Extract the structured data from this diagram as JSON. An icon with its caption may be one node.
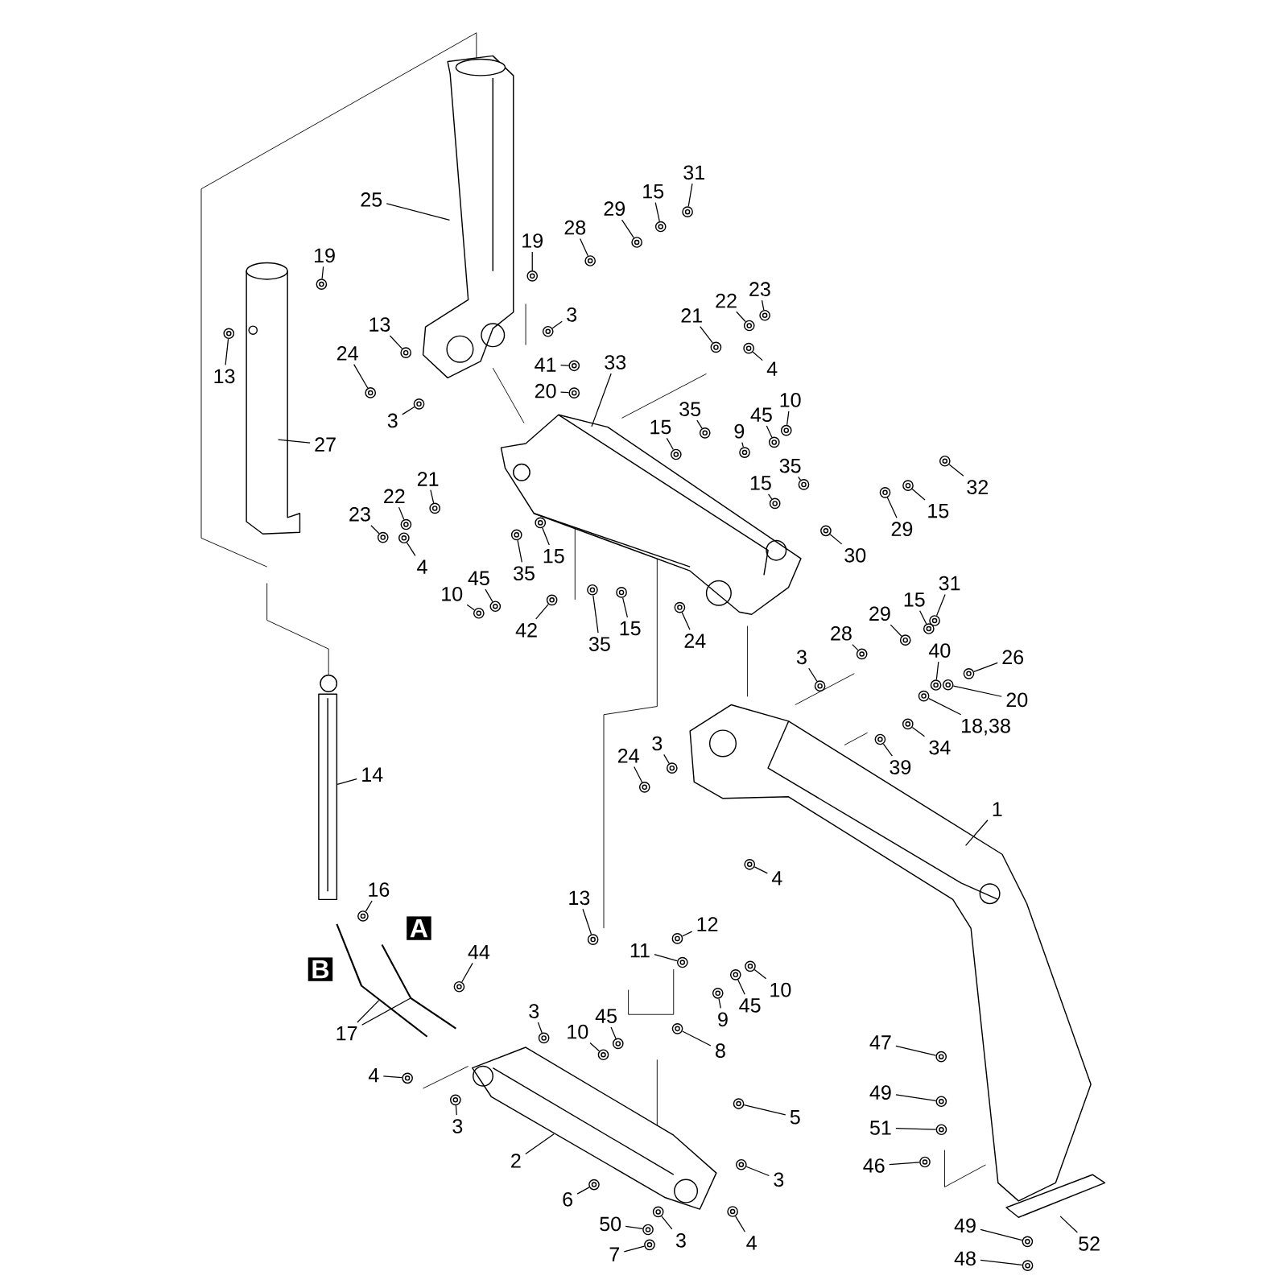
{
  "diagram": {
    "nodes": [
      {
        "text": [
          "25"
        ]
      },
      {
        "text": [
          "19"
        ]
      },
      {
        "text": [
          "13"
        ]
      },
      {
        "text": [
          "13"
        ]
      },
      {
        "text": [
          "24"
        ]
      },
      {
        "text": [
          "3"
        ]
      },
      {
        "text": [
          "27"
        ]
      },
      {
        "text": [
          "19"
        ]
      },
      {
        "text": [
          "28"
        ]
      },
      {
        "text": [
          "29"
        ]
      },
      {
        "text": [
          "15"
        ]
      },
      {
        "text": [
          "31"
        ]
      },
      {
        "text": [
          "3"
        ]
      },
      {
        "text": [
          "21"
        ]
      },
      {
        "text": [
          "22"
        ]
      },
      {
        "text": [
          "23"
        ]
      },
      {
        "text": [
          "4"
        ]
      },
      {
        "text": [
          "41"
        ]
      },
      {
        "text": [
          "20"
        ]
      },
      {
        "text": [
          "33"
        ]
      },
      {
        "text": [
          "35"
        ]
      },
      {
        "text": [
          "15"
        ]
      },
      {
        "text": [
          "9"
        ]
      },
      {
        "text": [
          "45"
        ]
      },
      {
        "text": [
          "10"
        ]
      },
      {
        "text": [
          "35"
        ]
      },
      {
        "text": [
          "15"
        ]
      },
      {
        "text": [
          "32"
        ]
      },
      {
        "text": [
          "29"
        ]
      },
      {
        "text": [
          "15"
        ]
      },
      {
        "text": [
          "30"
        ]
      },
      {
        "text": [
          "21"
        ]
      },
      {
        "text": [
          "22"
        ]
      },
      {
        "text": [
          "23"
        ]
      },
      {
        "text": [
          "4"
        ]
      },
      {
        "text": [
          "35"
        ]
      },
      {
        "text": [
          "15"
        ]
      },
      {
        "text": [
          "10"
        ]
      },
      {
        "text": [
          "45"
        ]
      },
      {
        "text": [
          "42"
        ]
      },
      {
        "text": [
          "35"
        ]
      },
      {
        "text": [
          "15"
        ]
      },
      {
        "text": [
          "24"
        ]
      },
      {
        "text": [
          "31"
        ]
      },
      {
        "text": [
          "15"
        ]
      },
      {
        "text": [
          "29"
        ]
      },
      {
        "text": [
          "28"
        ]
      },
      {
        "text": [
          "3"
        ]
      },
      {
        "text": [
          "40"
        ]
      },
      {
        "text": [
          "26"
        ]
      },
      {
        "text": [
          "20"
        ]
      },
      {
        "text": [
          "18,38"
        ]
      },
      {
        "text": [
          "34"
        ]
      },
      {
        "text": [
          "39"
        ]
      },
      {
        "text": [
          "24"
        ]
      },
      {
        "text": [
          "3"
        ]
      },
      {
        "text": [
          "14"
        ]
      },
      {
        "text": [
          "1"
        ]
      },
      {
        "text": [
          "4"
        ]
      },
      {
        "text": [
          "16"
        ]
      },
      {
        "text": [
          "13"
        ]
      },
      {
        "text": [
          "12"
        ]
      },
      {
        "text": [
          "11"
        ]
      },
      {
        "text": [
          "44"
        ]
      },
      {
        "text": [
          "9"
        ]
      },
      {
        "text": [
          "45"
        ]
      },
      {
        "text": [
          "10"
        ]
      },
      {
        "text": [
          "17"
        ]
      },
      {
        "text": [
          "3"
        ]
      },
      {
        "text": [
          "45"
        ]
      },
      {
        "text": [
          "10"
        ]
      },
      {
        "text": [
          "8"
        ]
      },
      {
        "text": [
          "47"
        ]
      },
      {
        "text": [
          "49"
        ]
      },
      {
        "text": [
          "51"
        ]
      },
      {
        "text": [
          "46"
        ]
      },
      {
        "text": [
          "4"
        ]
      },
      {
        "text": [
          "3"
        ]
      },
      {
        "text": [
          "2"
        ]
      },
      {
        "text": [
          "5"
        ]
      },
      {
        "text": [
          "3"
        ]
      },
      {
        "text": [
          "6"
        ]
      },
      {
        "text": [
          "50"
        ]
      },
      {
        "text": [
          "3"
        ]
      },
      {
        "text": [
          "4"
        ]
      },
      {
        "text": [
          "7"
        ]
      },
      {
        "text": [
          "49"
        ]
      },
      {
        "text": [
          "52"
        ]
      },
      {
        "text": [
          "48"
        ]
      },
      {
        "text": [
          "A"
        ]
      },
      {
        "text": [
          "B"
        ]
      },
      {
        "text": [],
        "shape": "picture"
      },
      {
        "text": [],
        "shape": "circle"
      },
      {
        "text": [],
        "shape": "circle"
      },
      {
        "text": [],
        "shape": "circle"
      },
      {
        "text": [],
        "shape": "circle"
      },
      {
        "text": [],
        "shape": "circle"
      },
      {
        "text": [],
        "shape": "picture"
      },
      {
        "text": [],
        "shape": "circle"
      },
      {
        "text": [],
        "shape": "circle"
      },
      {
        "text": [],
        "shape": "circle"
      },
      {
        "text": [],
        "shape": "circle"
      },
      {
        "text": [],
        "shape": "circle"
      },
      {
        "text": [],
        "shape": "circle"
      },
      {
        "text": [],
        "shape": "circle"
      },
      {
        "text": [],
        "shape": "circle"
      },
      {
        "text": [],
        "shape": "circle"
      },
      {
        "text": [],
        "shape": "circle"
      },
      {
        "text": [],
        "shape": "circle"
      },
      {
        "text": [],
        "shape": "circle"
      },
      {
        "text": [],
        "shape": "picture"
      },
      {
        "text": [],
        "shape": "circle"
      },
      {
        "text": [],
        "shape": "circle"
      },
      {
        "text": [],
        "shape": "circle"
      },
      {
        "text": [],
        "shape": "circle"
      },
      {
        "text": [],
        "shape": "circle"
      },
      {
        "text": [],
        "shape": "circle"
      },
      {
        "text": [],
        "shape": "circle"
      },
      {
        "text": [],
        "shape": "circle"
      },
      {
        "text": [],
        "shape": "circle"
      },
      {
        "text": [],
        "shape": "circle"
      },
      {
        "text": [],
        "shape": "circle"
      },
      {
        "text": [],
        "shape": "circle"
      },
      {
        "text": [],
        "shape": "circle"
      },
      {
        "text": [],
        "shape": "circle"
      },
      {
        "text": [],
        "shape": "circle"
      },
      {
        "text": [],
        "shape": "circle"
      },
      {
        "text": [],
        "shape": "circle"
      },
      {
        "text": [],
        "shape": "circle"
      },
      {
        "text": [],
        "shape": "circle"
      },
      {
        "text": [],
        "shape": "circle"
      },
      {
        "text": [],
        "shape": "circle"
      },
      {
        "text": [],
        "shape": "circle"
      },
      {
        "text": [],
        "shape": "circle"
      },
      {
        "text": [],
        "shape": "circle"
      },
      {
        "text": [],
        "shape": "circle"
      },
      {
        "text": [],
        "shape": "circle"
      },
      {
        "text": [],
        "shape": "circle"
      },
      {
        "text": [],
        "shape": "circle"
      },
      {
        "text": [],
        "shape": "circle"
      },
      {
        "text": [],
        "shape": "circle"
      },
      {
        "text": [],
        "shape": "circle"
      },
      {
        "text": [],
        "shape": "circle"
      },
      {
        "text": [],
        "shape": "circle"
      },
      {
        "text": [],
        "shape": "circle"
      },
      {
        "text": [],
        "shape": "circle"
      },
      {
        "text": [],
        "shape": "circle"
      },
      {
        "text": [],
        "shape": "picture"
      },
      {
        "text": [],
        "shape": "picture"
      },
      {
        "text": [],
        "shape": "circle"
      },
      {
        "text": [],
        "shape": "circle"
      },
      {
        "text": [],
        "shape": "circle"
      },
      {
        "text": [],
        "shape": "circle"
      },
      {
        "text": [],
        "shape": "circle"
      },
      {
        "text": [],
        "shape": "circle"
      },
      {
        "text": [],
        "shape": "circle"
      },
      {
        "text": [],
        "shape": "circle"
      },
      {
        "text": [],
        "shape": "circle"
      },
      {
        "text": [],
        "shape": "picture"
      },
      {
        "text": [],
        "shape": "picture"
      },
      {
        "text": [],
        "shape": "circle"
      },
      {
        "text": [],
        "shape": "circle"
      },
      {
        "text": [],
        "shape": "circle"
      },
      {
        "text": [],
        "shape": "circle"
      },
      {
        "text": [],
        "shape": "circle"
      },
      {
        "text": [],
        "shape": "circle"
      },
      {
        "text": [],
        "shape": "circle"
      },
      {
        "text": [],
        "shape": "circle"
      },
      {
        "text": [],
        "shape": "circle"
      },
      {
        "text": [],
        "shape": "circle"
      },
      {
        "text": [],
        "shape": "picture"
      },
      {
        "text": [],
        "shape": "circle"
      },
      {
        "text": [],
        "shape": "circle"
      },
      {
        "text": [],
        "shape": "circle"
      },
      {
        "text": [],
        "shape": "circle"
      },
      {
        "text": [],
        "shape": "circle"
      },
      {
        "text": [],
        "shape": "circle"
      },
      {
        "text": [],
        "shape": "circle"
      },
      {
        "text": [],
        "shape": "circle"
      },
      {
        "text": [],
        "shape": "picture"
      },
      {
        "text": [],
        "shape": "circle"
      }
    ],
    "edges": [
      {
        "from": 0,
        "to": 91,
        "arrow": "none"
      },
      {
        "from": 1,
        "to": 92,
        "arrow": "none"
      },
      {
        "from": 2,
        "to": 93,
        "arrow": "none"
      },
      {
        "from": 3,
        "to": 94,
        "arrow": "none"
      },
      {
        "from": 4,
        "to": 95,
        "arrow": "none"
      },
      {
        "from": 5,
        "to": 96,
        "arrow": "none"
      },
      {
        "from": 6,
        "to": 97,
        "arrow": "none"
      },
      {
        "from": 7,
        "to": 98,
        "arrow": "none"
      },
      {
        "from": 8,
        "to": 99,
        "arrow": "none"
      },
      {
        "from": 9,
        "to": 100,
        "arrow": "none"
      },
      {
        "from": 10,
        "to": 101,
        "arrow": "none"
      },
      {
        "from": 11,
        "to": 102,
        "arrow": "none"
      },
      {
        "from": 12,
        "to": 103,
        "arrow": "none"
      },
      {
        "from": 13,
        "to": 104,
        "arrow": "none"
      },
      {
        "from": 14,
        "to": 105,
        "arrow": "none"
      },
      {
        "from": 15,
        "to": 106,
        "arrow": "none"
      },
      {
        "from": 16,
        "to": 107,
        "arrow": "none"
      },
      {
        "from": 17,
        "to": 108,
        "arrow": "none"
      },
      {
        "from": 18,
        "to": 109,
        "arrow": "none"
      },
      {
        "from": 19,
        "to": 110,
        "arrow": "none"
      },
      {
        "from": 20,
        "to": 111,
        "arrow": "none"
      },
      {
        "from": 21,
        "to": 112,
        "arrow": "none"
      },
      {
        "from": 22,
        "to": 113,
        "arrow": "none"
      },
      {
        "from": 23,
        "to": 114,
        "arrow": "none"
      },
      {
        "from": 24,
        "to": 115,
        "arrow": "none"
      },
      {
        "from": 25,
        "to": 116,
        "arrow": "none"
      },
      {
        "from": 26,
        "to": 117,
        "arrow": "none"
      },
      {
        "from": 27,
        "to": 118,
        "arrow": "none"
      },
      {
        "from": 28,
        "to": 119,
        "arrow": "none"
      },
      {
        "from": 29,
        "to": 120,
        "arrow": "none"
      },
      {
        "from": 30,
        "to": 121,
        "arrow": "none"
      },
      {
        "from": 31,
        "to": 122,
        "arrow": "none"
      },
      {
        "from": 32,
        "to": 123,
        "arrow": "none"
      },
      {
        "from": 33,
        "to": 124,
        "arrow": "none"
      },
      {
        "from": 34,
        "to": 125,
        "arrow": "none"
      },
      {
        "from": 35,
        "to": 126,
        "arrow": "none"
      },
      {
        "from": 36,
        "to": 127,
        "arrow": "none"
      },
      {
        "from": 37,
        "to": 128,
        "arrow": "none"
      },
      {
        "from": 38,
        "to": 129,
        "arrow": "none"
      },
      {
        "from": 39,
        "to": 130,
        "arrow": "none"
      },
      {
        "from": 40,
        "to": 131,
        "arrow": "none"
      },
      {
        "from": 41,
        "to": 132,
        "arrow": "none"
      },
      {
        "from": 42,
        "to": 133,
        "arrow": "none"
      },
      {
        "from": 43,
        "to": 134,
        "arrow": "none"
      },
      {
        "from": 44,
        "to": 135,
        "arrow": "none"
      },
      {
        "from": 45,
        "to": 136,
        "arrow": "none"
      },
      {
        "from": 46,
        "to": 137,
        "arrow": "none"
      },
      {
        "from": 47,
        "to": 138,
        "arrow": "none"
      },
      {
        "from": 48,
        "to": 139,
        "arrow": "none"
      },
      {
        "from": 49,
        "to": 140,
        "arrow": "none"
      },
      {
        "from": 50,
        "to": 141,
        "arrow": "none"
      },
      {
        "from": 51,
        "to": 142,
        "arrow": "none"
      },
      {
        "from": 52,
        "to": 143,
        "arrow": "none"
      },
      {
        "from": 53,
        "to": 144,
        "arrow": "none"
      },
      {
        "from": 54,
        "to": 145,
        "arrow": "none"
      },
      {
        "from": 55,
        "to": 146,
        "arrow": "none"
      },
      {
        "from": 56,
        "to": 147,
        "arrow": "none"
      },
      {
        "from": 57,
        "to": 148,
        "arrow": "none"
      },
      {
        "from": 58,
        "to": 149,
        "arrow": "none"
      },
      {
        "from": 59,
        "to": 150,
        "arrow": "none"
      },
      {
        "from": 60,
        "to": 151,
        "arrow": "none"
      },
      {
        "from": 61,
        "to": 152,
        "arrow": "none"
      },
      {
        "from": 62,
        "to": 153,
        "arrow": "none"
      },
      {
        "from": 63,
        "to": 154,
        "arrow": "none"
      },
      {
        "from": 64,
        "to": 155,
        "arrow": "none"
      },
      {
        "from": 65,
        "to": 156,
        "arrow": "none"
      },
      {
        "from": 66,
        "to": 157,
        "arrow": "none"
      },
      {
        "from": 67,
        "to": 158,
        "arrow": "none"
      },
      {
        "from": 67,
        "to": 159,
        "arrow": "none"
      },
      {
        "from": 68,
        "to": 160,
        "arrow": "none"
      },
      {
        "from": 69,
        "to": 161,
        "arrow": "none"
      },
      {
        "from": 70,
        "to": 162,
        "arrow": "none"
      },
      {
        "from": 71,
        "to": 163,
        "arrow": "none"
      },
      {
        "from": 72,
        "to": 164,
        "arrow": "none"
      },
      {
        "from": 73,
        "to": 165,
        "arrow": "none"
      },
      {
        "from": 74,
        "to": 166,
        "arrow": "none"
      },
      {
        "from": 75,
        "to": 167,
        "arrow": "none"
      },
      {
        "from": 76,
        "to": 168,
        "arrow": "none"
      },
      {
        "from": 77,
        "to": 169,
        "arrow": "none"
      },
      {
        "from": 78,
        "to": 170,
        "arrow": "none"
      },
      {
        "from": 79,
        "to": 171,
        "arrow": "none"
      },
      {
        "from": 80,
        "to": 172,
        "arrow": "none"
      },
      {
        "from": 81,
        "to": 173,
        "arrow": "none"
      },
      {
        "from": 82,
        "to": 174,
        "arrow": "none"
      },
      {
        "from": 83,
        "to": 175,
        "arrow": "none"
      },
      {
        "from": 84,
        "to": 176,
        "arrow": "none"
      },
      {
        "from": 85,
        "to": 177,
        "arrow": "none"
      },
      {
        "from": 86,
        "to": 178,
        "arrow": "none"
      },
      {
        "from": 87,
        "to": 179,
        "arrow": "none"
      },
      {
        "from": 88,
        "to": 180,
        "arrow": "none"
      }
    ]
  }
}
